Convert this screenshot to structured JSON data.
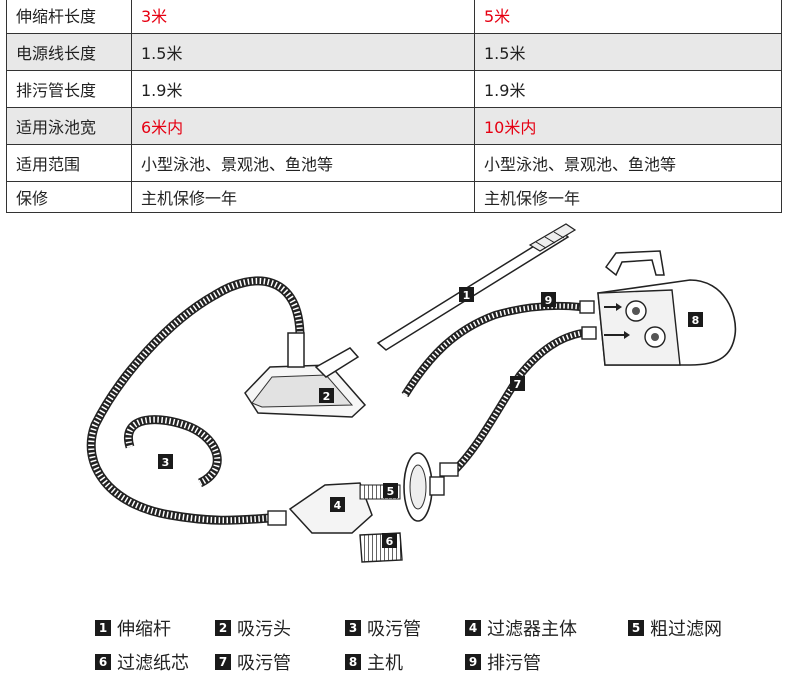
{
  "spec_table": {
    "rows": [
      {
        "label": "伸缩杆长度",
        "a": "3米",
        "b": "5米",
        "red": true,
        "shaded": false
      },
      {
        "label": "电源线长度",
        "a": "1.5米",
        "b": "1.5米",
        "red": false,
        "shaded": true
      },
      {
        "label": "排污管长度",
        "a": "1.9米",
        "b": "1.9米",
        "red": false,
        "shaded": false
      },
      {
        "label": "适用泳池宽",
        "a": "6米内",
        "b": "10米内",
        "red": true,
        "shaded": true
      },
      {
        "label": "适用范围",
        "a": "小型泳池、景观池、鱼池等",
        "b": "小型泳池、景观池、鱼池等",
        "red": false,
        "shaded": false
      },
      {
        "label": "保修",
        "a": "主机保修一年",
        "b": "主机保修一年",
        "red": false,
        "shaded": false
      }
    ]
  },
  "diagram": {
    "callouts": [
      "1",
      "2",
      "3",
      "4",
      "5",
      "6",
      "7",
      "8",
      "9"
    ]
  },
  "legend": [
    {
      "num": "1",
      "text": "伸缩杆"
    },
    {
      "num": "2",
      "text": "吸污头"
    },
    {
      "num": "3",
      "text": "吸污管"
    },
    {
      "num": "4",
      "text": "过滤器主体"
    },
    {
      "num": "5",
      "text": "粗过滤网"
    },
    {
      "num": "6",
      "text": "过滤纸芯"
    },
    {
      "num": "7",
      "text": "吸污管"
    },
    {
      "num": "8",
      "text": "主机"
    },
    {
      "num": "9",
      "text": "排污管"
    }
  ]
}
